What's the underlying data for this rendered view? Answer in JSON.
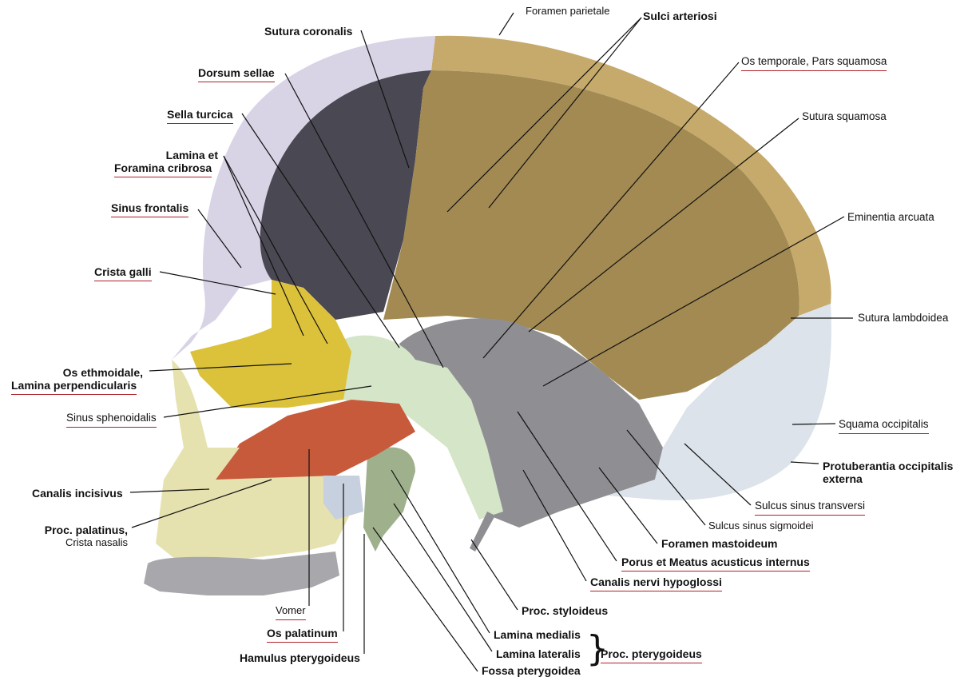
{
  "figure": {
    "title": "Skull, median sagittal section (medial view)",
    "colors": {
      "frontal": "#d9d3e6",
      "parietal": "#a28a52",
      "parietal_rim": "#c6aa6c",
      "ethmoid": "#dcc23a",
      "sphenoid": "#d5e5c8",
      "vomer": "#c85a3c",
      "maxilla": "#e6e2b0",
      "palatine": "#c7d0de",
      "temporal": "#8f8f93",
      "occipital": "#dde3ea",
      "teeth": "#a8a8ac",
      "underline": "#b0202a",
      "leader": "#111111"
    }
  },
  "labels": {
    "sutura_coronalis": "Sutura coronalis",
    "foramen_parietale": "Foramen parietale",
    "sulci_arteriosi": "Sulci arteriosi",
    "dorsum_sellae": "Dorsum sellae",
    "os_temporale": "Os temporale, Pars squamosa",
    "sella_turcica": "Sella turcica",
    "sutura_squamosa": "Sutura squamosa",
    "lamina_et_1": "Lamina et",
    "lamina_et_2": "Foramina cribrosa",
    "sinus_frontalis": "Sinus frontalis",
    "eminentia_arcuata": "Eminentia arcuata",
    "crista_galli": "Crista galli",
    "sutura_lambdoidea": "Sutura lambdoidea",
    "os_ethmoidale_1": "Os ethmoidale,",
    "os_ethmoidale_2": "Lamina perpendicularis",
    "sinus_sphenoidalis": "Sinus sphenoidalis",
    "squama_occipitalis": "Squama occipitalis",
    "protuberantia_1": "Protuberantia occipitalis",
    "protuberantia_2": "externa",
    "canalis_incisivus": "Canalis incisivus",
    "sulcus_transversi": "Sulcus sinus transversi",
    "proc_palatinus_1": "Proc. palatinus,",
    "proc_palatinus_2": "Crista nasalis",
    "sulcus_sigmoidei": "Sulcus sinus sigmoidei",
    "foramen_mastoideum": "Foramen mastoideum",
    "porus_meatus": "Porus et Meatus acusticus internus",
    "canalis_hypoglossi": "Canalis nervi hypoglossi",
    "vomer": "Vomer",
    "proc_styloideus": "Proc. styloideus",
    "os_palatinum": "Os palatinum",
    "lamina_medialis": "Lamina medialis",
    "hamulus": "Hamulus pterygoideus",
    "lamina_lateralis": "Lamina lateralis",
    "proc_pterygoideus": "Proc. pterygoideus",
    "fossa_pterygoidea": "Fossa pterygoidea",
    "brace": "}"
  }
}
